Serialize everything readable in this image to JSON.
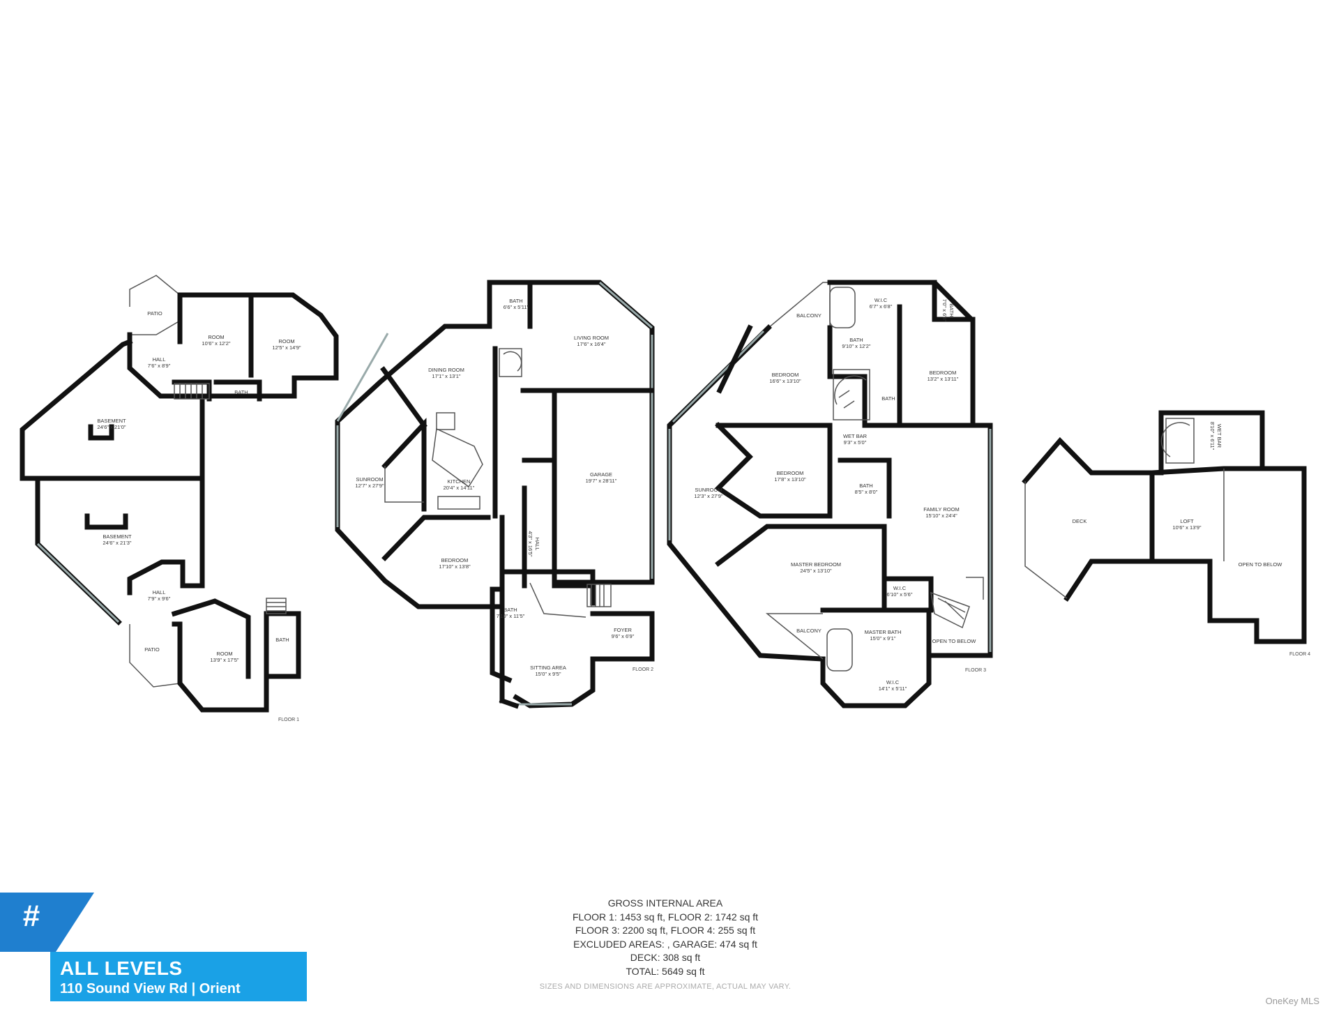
{
  "floors": {
    "floor1": {
      "label": "FLOOR 1",
      "rooms": [
        {
          "name": "PATIO",
          "dims": ""
        },
        {
          "name": "ROOM",
          "dims": "10'6\" x 12'2\""
        },
        {
          "name": "ROOM",
          "dims": "12'5\" x 14'9\""
        },
        {
          "name": "HALL",
          "dims": "7'6\" x 8'9\""
        },
        {
          "name": "BATH",
          "dims": ""
        },
        {
          "name": "BASEMENT",
          "dims": "24'6\" x 21'0\""
        },
        {
          "name": "BASEMENT",
          "dims": "24'6\" x 21'3\""
        },
        {
          "name": "HALL",
          "dims": "7'9\" x 9'6\""
        },
        {
          "name": "PATIO",
          "dims": ""
        },
        {
          "name": "ROOM",
          "dims": "13'9\" x 17'5\""
        },
        {
          "name": "BATH",
          "dims": ""
        }
      ]
    },
    "floor2": {
      "label": "FLOOR 2",
      "rooms": [
        {
          "name": "BATH",
          "dims": "6'6\" x 5'11\""
        },
        {
          "name": "LIVING ROOM",
          "dims": "17'6\" x 16'4\""
        },
        {
          "name": "DINING ROOM",
          "dims": "17'1\" x 13'1\""
        },
        {
          "name": "SUNROOM",
          "dims": "12'7\" x 27'9\""
        },
        {
          "name": "KITCHEN",
          "dims": "20'4\" x 14'11\""
        },
        {
          "name": "GARAGE",
          "dims": "19'7\" x 28'11\""
        },
        {
          "name": "HALL",
          "dims": "4'3\" x 16'5\""
        },
        {
          "name": "BEDROOM",
          "dims": "17'10\" x 13'8\""
        },
        {
          "name": "BATH",
          "dims": "7'10\" x 11'5\""
        },
        {
          "name": "FOYER",
          "dims": "9'6\" x 6'9\""
        },
        {
          "name": "SITTING AREA",
          "dims": "15'0\" x 9'5\""
        }
      ]
    },
    "floor3": {
      "label": "FLOOR 3",
      "rooms": [
        {
          "name": "BALCONY",
          "dims": ""
        },
        {
          "name": "W.I.C",
          "dims": "6'7\" x 6'8\""
        },
        {
          "name": "BATH",
          "dims": "7'0\" x 6'8\""
        },
        {
          "name": "BATH",
          "dims": "9'10\" x 12'2\""
        },
        {
          "name": "BEDROOM",
          "dims": "16'6\" x 13'10\""
        },
        {
          "name": "BEDROOM",
          "dims": "13'2\" x 13'11\""
        },
        {
          "name": "BATH",
          "dims": ""
        },
        {
          "name": "WET BAR",
          "dims": "9'3\" x 5'0\""
        },
        {
          "name": "BEDROOM",
          "dims": "17'8\" x 13'10\""
        },
        {
          "name": "SUNROOM",
          "dims": "12'3\" x 27'9\""
        },
        {
          "name": "BATH",
          "dims": "8'5\" x 8'0\""
        },
        {
          "name": "FAMILY ROOM",
          "dims": "15'10\" x 24'4\""
        },
        {
          "name": "MASTER BEDROOM",
          "dims": "24'5\" x 13'10\""
        },
        {
          "name": "W.I.C",
          "dims": "6'10\" x 5'6\""
        },
        {
          "name": "BALCONY",
          "dims": ""
        },
        {
          "name": "MASTER BATH",
          "dims": "15'0\" x 9'1\""
        },
        {
          "name": "OPEN TO BELOW",
          "dims": ""
        },
        {
          "name": "W.I.C",
          "dims": "14'1\" x 5'11\""
        }
      ]
    },
    "floor4": {
      "label": "FLOOR 4",
      "rooms": [
        {
          "name": "WET BAR",
          "dims": "8'10\" x 6'11\""
        },
        {
          "name": "DECK",
          "dims": ""
        },
        {
          "name": "LOFT",
          "dims": "10'6\" x 13'9\""
        },
        {
          "name": "OPEN TO BELOW",
          "dims": ""
        }
      ]
    }
  },
  "gross_area": {
    "title": "GROSS INTERNAL AREA",
    "line1": "FLOOR 1: 1453 sq ft, FLOOR 2: 1742 sq ft",
    "line2": "FLOOR 3: 2200 sq ft, FLOOR 4: 255 sq ft",
    "line3": "EXCLUDED AREAS: , GARAGE: 474 sq ft",
    "line4": "DECK: 308 sq ft",
    "line5": "TOTAL: 5649 sq ft",
    "disclaimer": "SIZES AND DIMENSIONS ARE APPROXIMATE, ACTUAL MAY VARY."
  },
  "banner": {
    "badge_symbol": "#",
    "title": "ALL LEVELS",
    "address": "110 Sound View Rd | Orient"
  },
  "brand": "OneKey MLS",
  "colors": {
    "banner_blue": "#1aa1e6",
    "badge_blue": "#1f7fcf",
    "wall": "#111111"
  }
}
